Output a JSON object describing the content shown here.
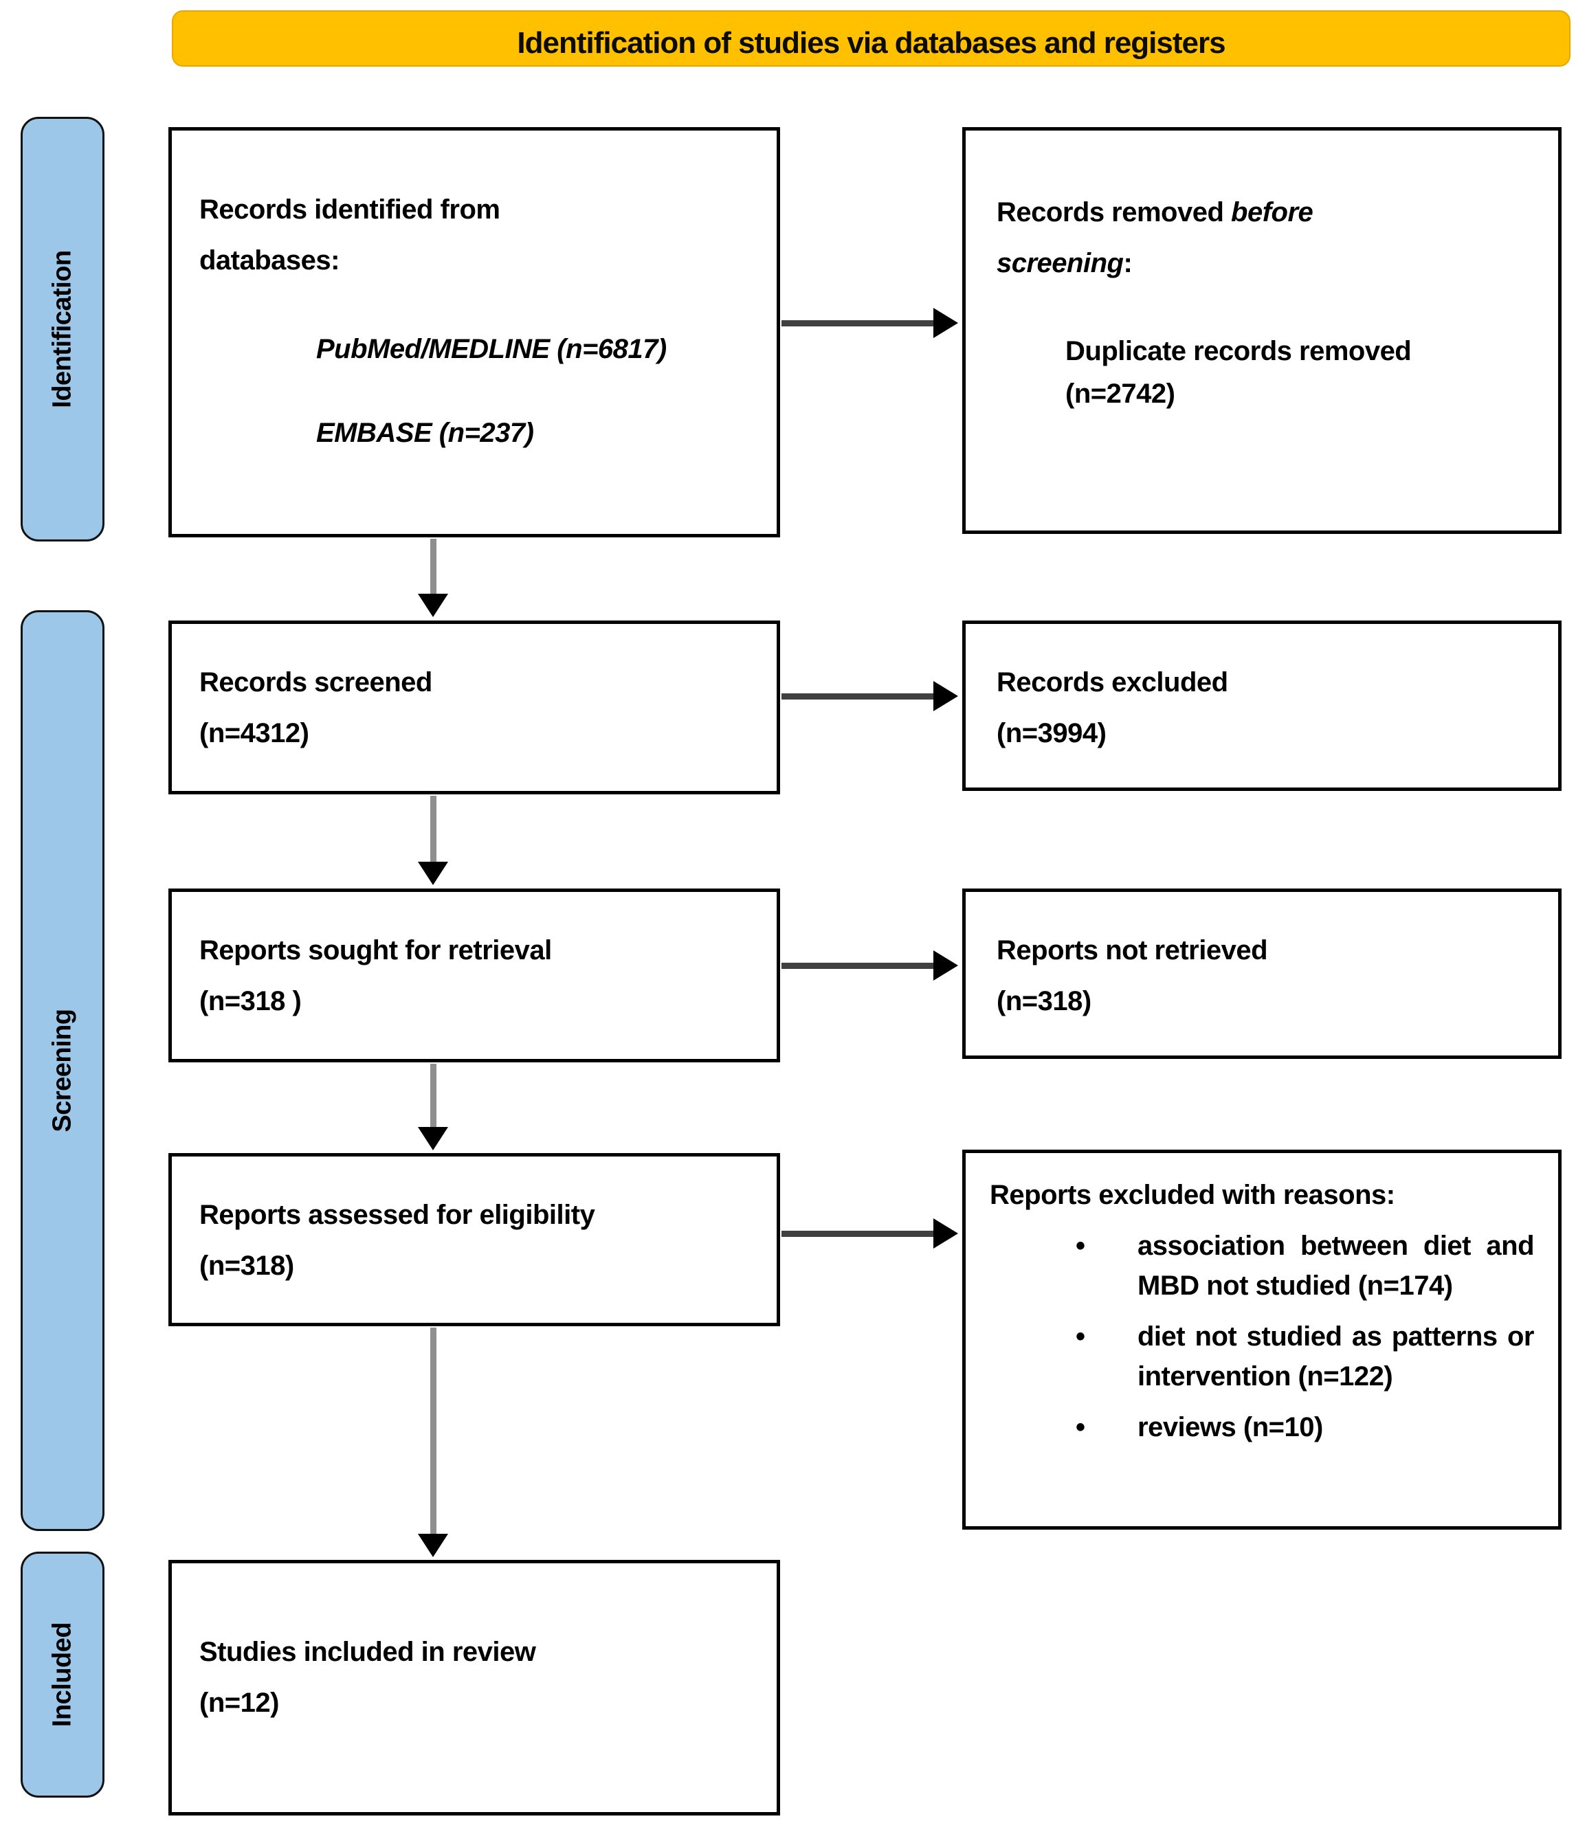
{
  "banner": {
    "title": "Identification of studies via databases and registers"
  },
  "stages": {
    "identification": "Identification",
    "screening": "Screening",
    "included": "Included"
  },
  "boxes": {
    "records_identified": {
      "title": "Records identified from databases:",
      "db1": "PubMed/MEDLINE (n=6817)",
      "db2": "EMBASE (n=237)"
    },
    "records_removed": {
      "prefix": "Records removed ",
      "italic": "before screening",
      "suffix": ":",
      "detail": "Duplicate records removed (n=2742)"
    },
    "records_screened": {
      "line1": "Records screened",
      "line2": "(n=4312)"
    },
    "records_excluded": {
      "line1": "Records excluded",
      "line2": "(n=3994)"
    },
    "reports_sought": {
      "line1": "Reports sought for retrieval",
      "line2": "(n=318 )"
    },
    "reports_not_retrieved": {
      "line1": "Reports not retrieved",
      "line2": "(n=318)"
    },
    "reports_assessed": {
      "line1": "Reports assessed for eligibility",
      "line2": "(n=318)"
    },
    "reports_excluded": {
      "title": "Reports excluded with reasons:",
      "bullet": "•",
      "reasons": [
        "association between diet and MBD not studied (n=174)",
        "diet not studied as patterns or intervention (n=122)",
        "reviews (n=10)"
      ]
    },
    "studies_included": {
      "line1": "Studies included in review",
      "line2": "(n=12)"
    }
  },
  "colors": {
    "banner_bg": "#FFC000",
    "stage_bg": "#9CC7E9",
    "box_border": "#000000",
    "arrow_head": "#000000",
    "arrow_line_h": "#404040",
    "arrow_line_v": "#8F8F8F"
  }
}
